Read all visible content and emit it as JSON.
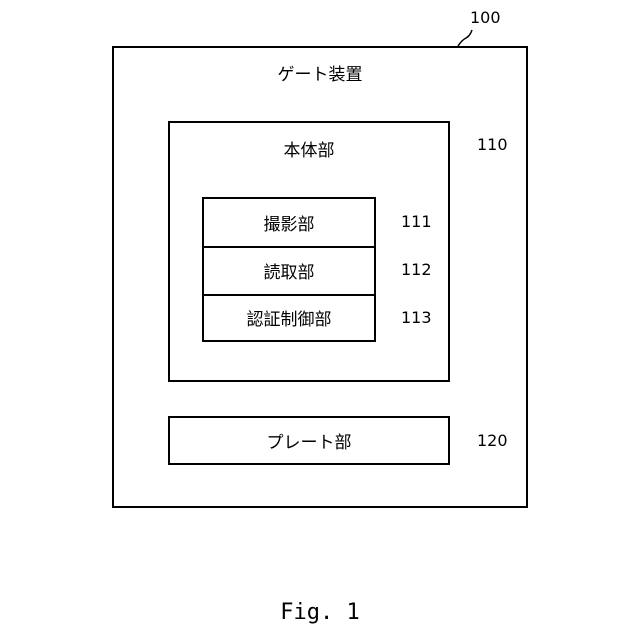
{
  "diagram": {
    "outer": {
      "ref": "100",
      "label": "ゲート装置"
    },
    "body": {
      "ref": "110",
      "label": "本体部"
    },
    "units": [
      {
        "ref": "111",
        "label": "撮影部"
      },
      {
        "ref": "112",
        "label": "読取部"
      },
      {
        "ref": "113",
        "label": "認証制御部"
      }
    ],
    "plate": {
      "ref": "120",
      "label": "プレート部"
    }
  },
  "caption": "Fig. 1"
}
